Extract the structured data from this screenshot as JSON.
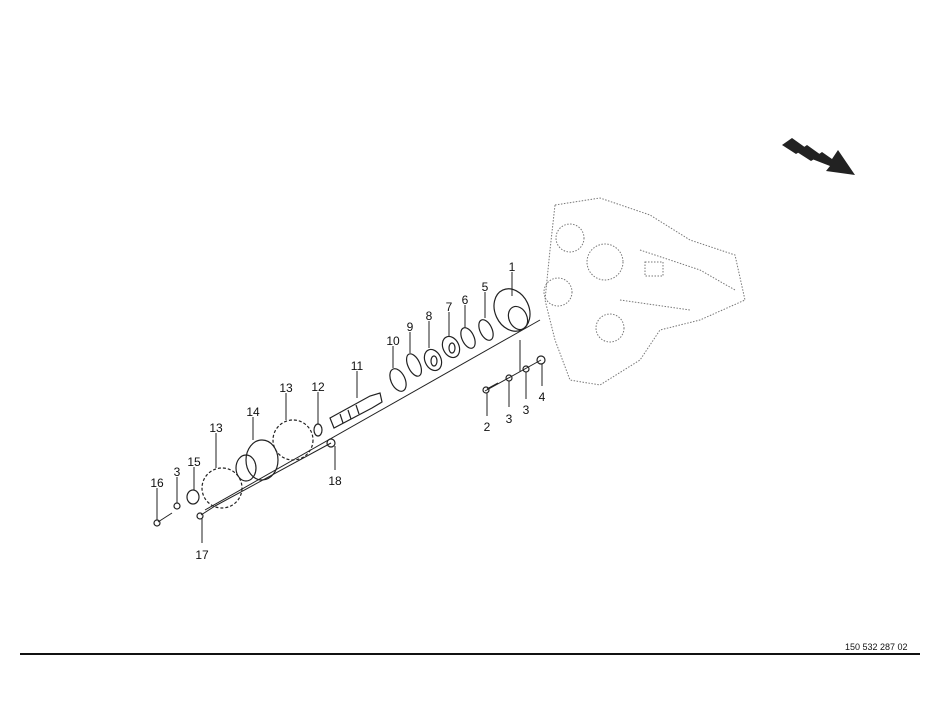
{
  "drawing": {
    "document_number": "150 532 287 02",
    "direction_arrow_icon": "dashed-direction-arrow",
    "part_labels": [
      "1",
      "2",
      "3",
      "3",
      "4",
      "5",
      "6",
      "7",
      "8",
      "9",
      "10",
      "11",
      "12",
      "13",
      "14",
      "13",
      "15",
      "3",
      "16",
      "17",
      "18"
    ]
  }
}
